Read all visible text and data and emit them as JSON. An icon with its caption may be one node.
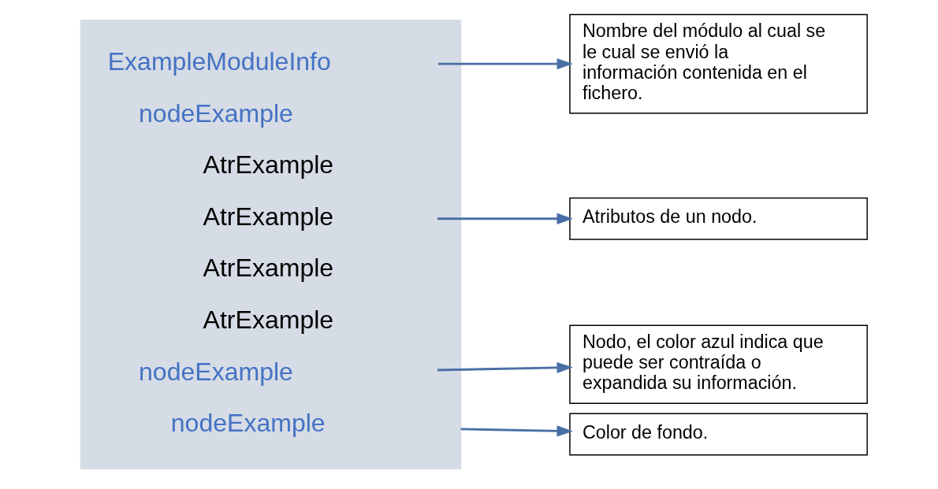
{
  "diagram": {
    "nodes": [
      {
        "text": [],
        "shape": "box"
      },
      {
        "text": [
          "ExampleModuleInfo"
        ],
        "in": 0
      },
      {
        "text": [
          "nodeExample"
        ],
        "in": 0
      },
      {
        "text": [
          "AtrExample"
        ],
        "in": 0
      },
      {
        "text": [
          "AtrExample"
        ],
        "in": 0
      },
      {
        "text": [
          "AtrExample"
        ],
        "in": 0
      },
      {
        "text": [
          "AtrExample"
        ],
        "in": 0
      },
      {
        "text": [
          "nodeExample"
        ],
        "in": 0
      },
      {
        "text": [
          "nodeExample"
        ],
        "in": 0
      },
      {
        "text": [
          "Nombre del módulo al cual se le cual se envió la información contenida en el fichero."
        ]
      },
      {
        "text": [
          "Atributos de un nodo."
        ]
      },
      {
        "text": [
          "Nodo, el color azul indica que puede ser contraída o expandida su información."
        ]
      },
      {
        "text": [
          "Color de fondo."
        ]
      }
    ],
    "edges": [
      {
        "from": 1,
        "to": 9,
        "arrow": "to"
      },
      {
        "from": 4,
        "to": 10,
        "arrow": "to"
      },
      {
        "from": 7,
        "to": 11,
        "arrow": "to"
      },
      {
        "from": 0,
        "to": 12,
        "arrow": "to"
      }
    ]
  }
}
